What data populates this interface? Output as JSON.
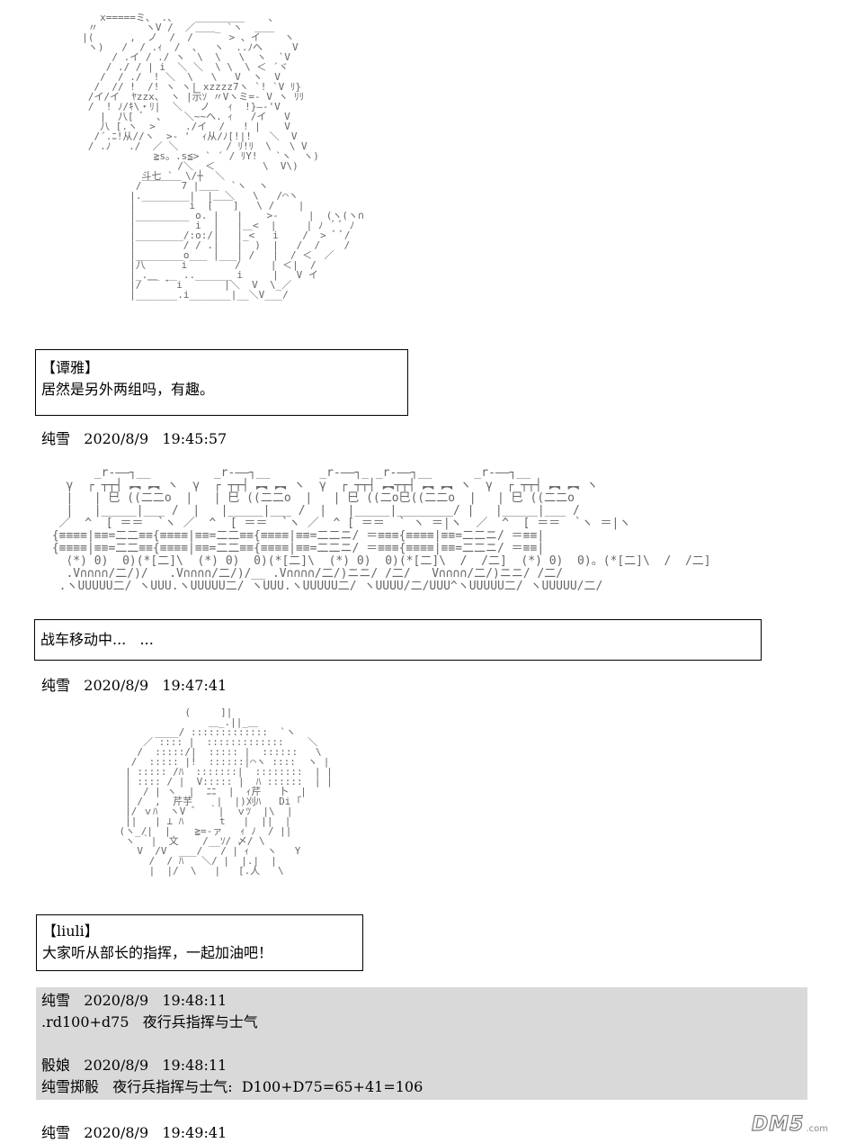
{
  "posts": [
    {
      "speaker": "【谭雅】",
      "text": "居然是另外两组吗，有趣。",
      "meta": "纯雪   2020/8/9   19:45:57"
    },
    {
      "text": "战车移动中...   ...",
      "meta": "纯雪   2020/8/9   19:47:41"
    },
    {
      "speaker": "【liuli】",
      "text": "大家听从部长的指挥，一起加油吧！"
    }
  ],
  "dice_block": {
    "line1": "纯雪   2020/8/9   19:48:11",
    "line2": ".rd100+d75   夜行兵指挥与士气",
    "line3": "骰娘   2020/8/9   19:48:11",
    "line4": "纯雪掷骰   夜行兵指挥与士气:  D100+D75=65+41=106"
  },
  "footer_meta": "纯雪   2020/8/9   19:49:41",
  "watermark": {
    "logo": "DM5",
    "domain": ".com"
  }
}
